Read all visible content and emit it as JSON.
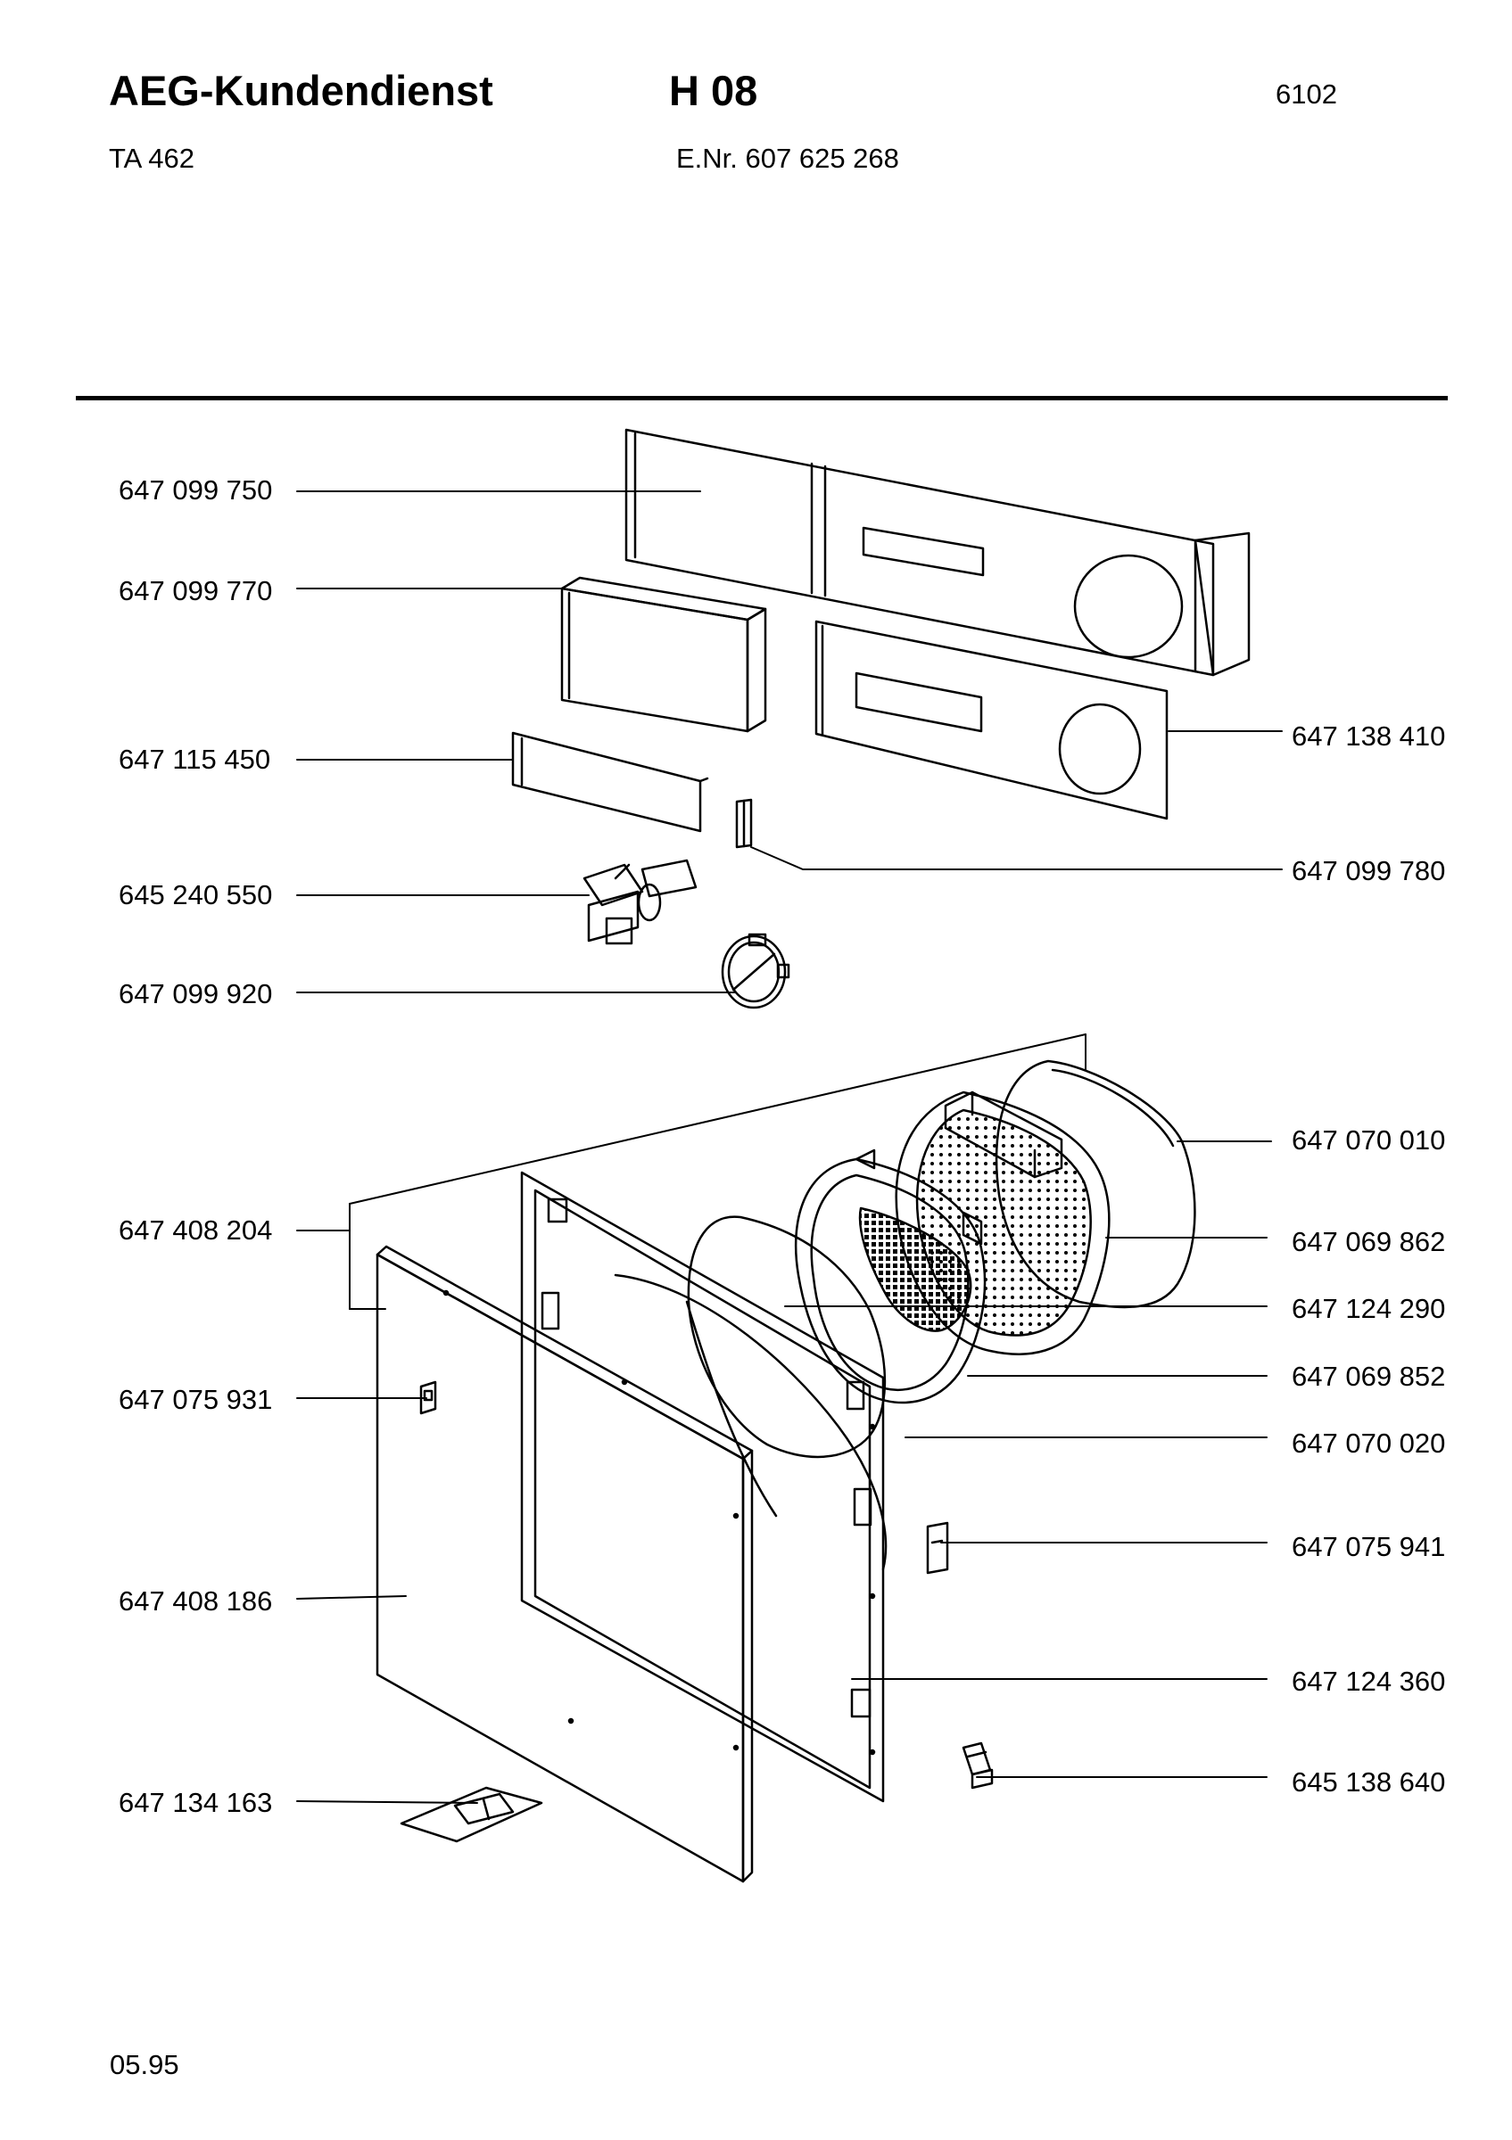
{
  "header": {
    "brand": "AEG-Kundendienst",
    "group": "H 08",
    "doc_number": "6102",
    "model": "TA 462",
    "enr": "E.Nr. 607 625 268"
  },
  "parts_left": [
    "647 099 750",
    "647 099 770",
    "647 115 450",
    "645 240 550",
    "647 099 920",
    "647 408 204",
    "647 075 931",
    "647 408 186",
    "647 134 163"
  ],
  "parts_right": [
    "647 138 410",
    "647 099 780",
    "647 070 010",
    "647 069 862",
    "647 124 290",
    "647 069 852",
    "647 070 020",
    "647 075 941",
    "647 124 360",
    "645 138 640"
  ],
  "footer": {
    "date": "05.95"
  }
}
